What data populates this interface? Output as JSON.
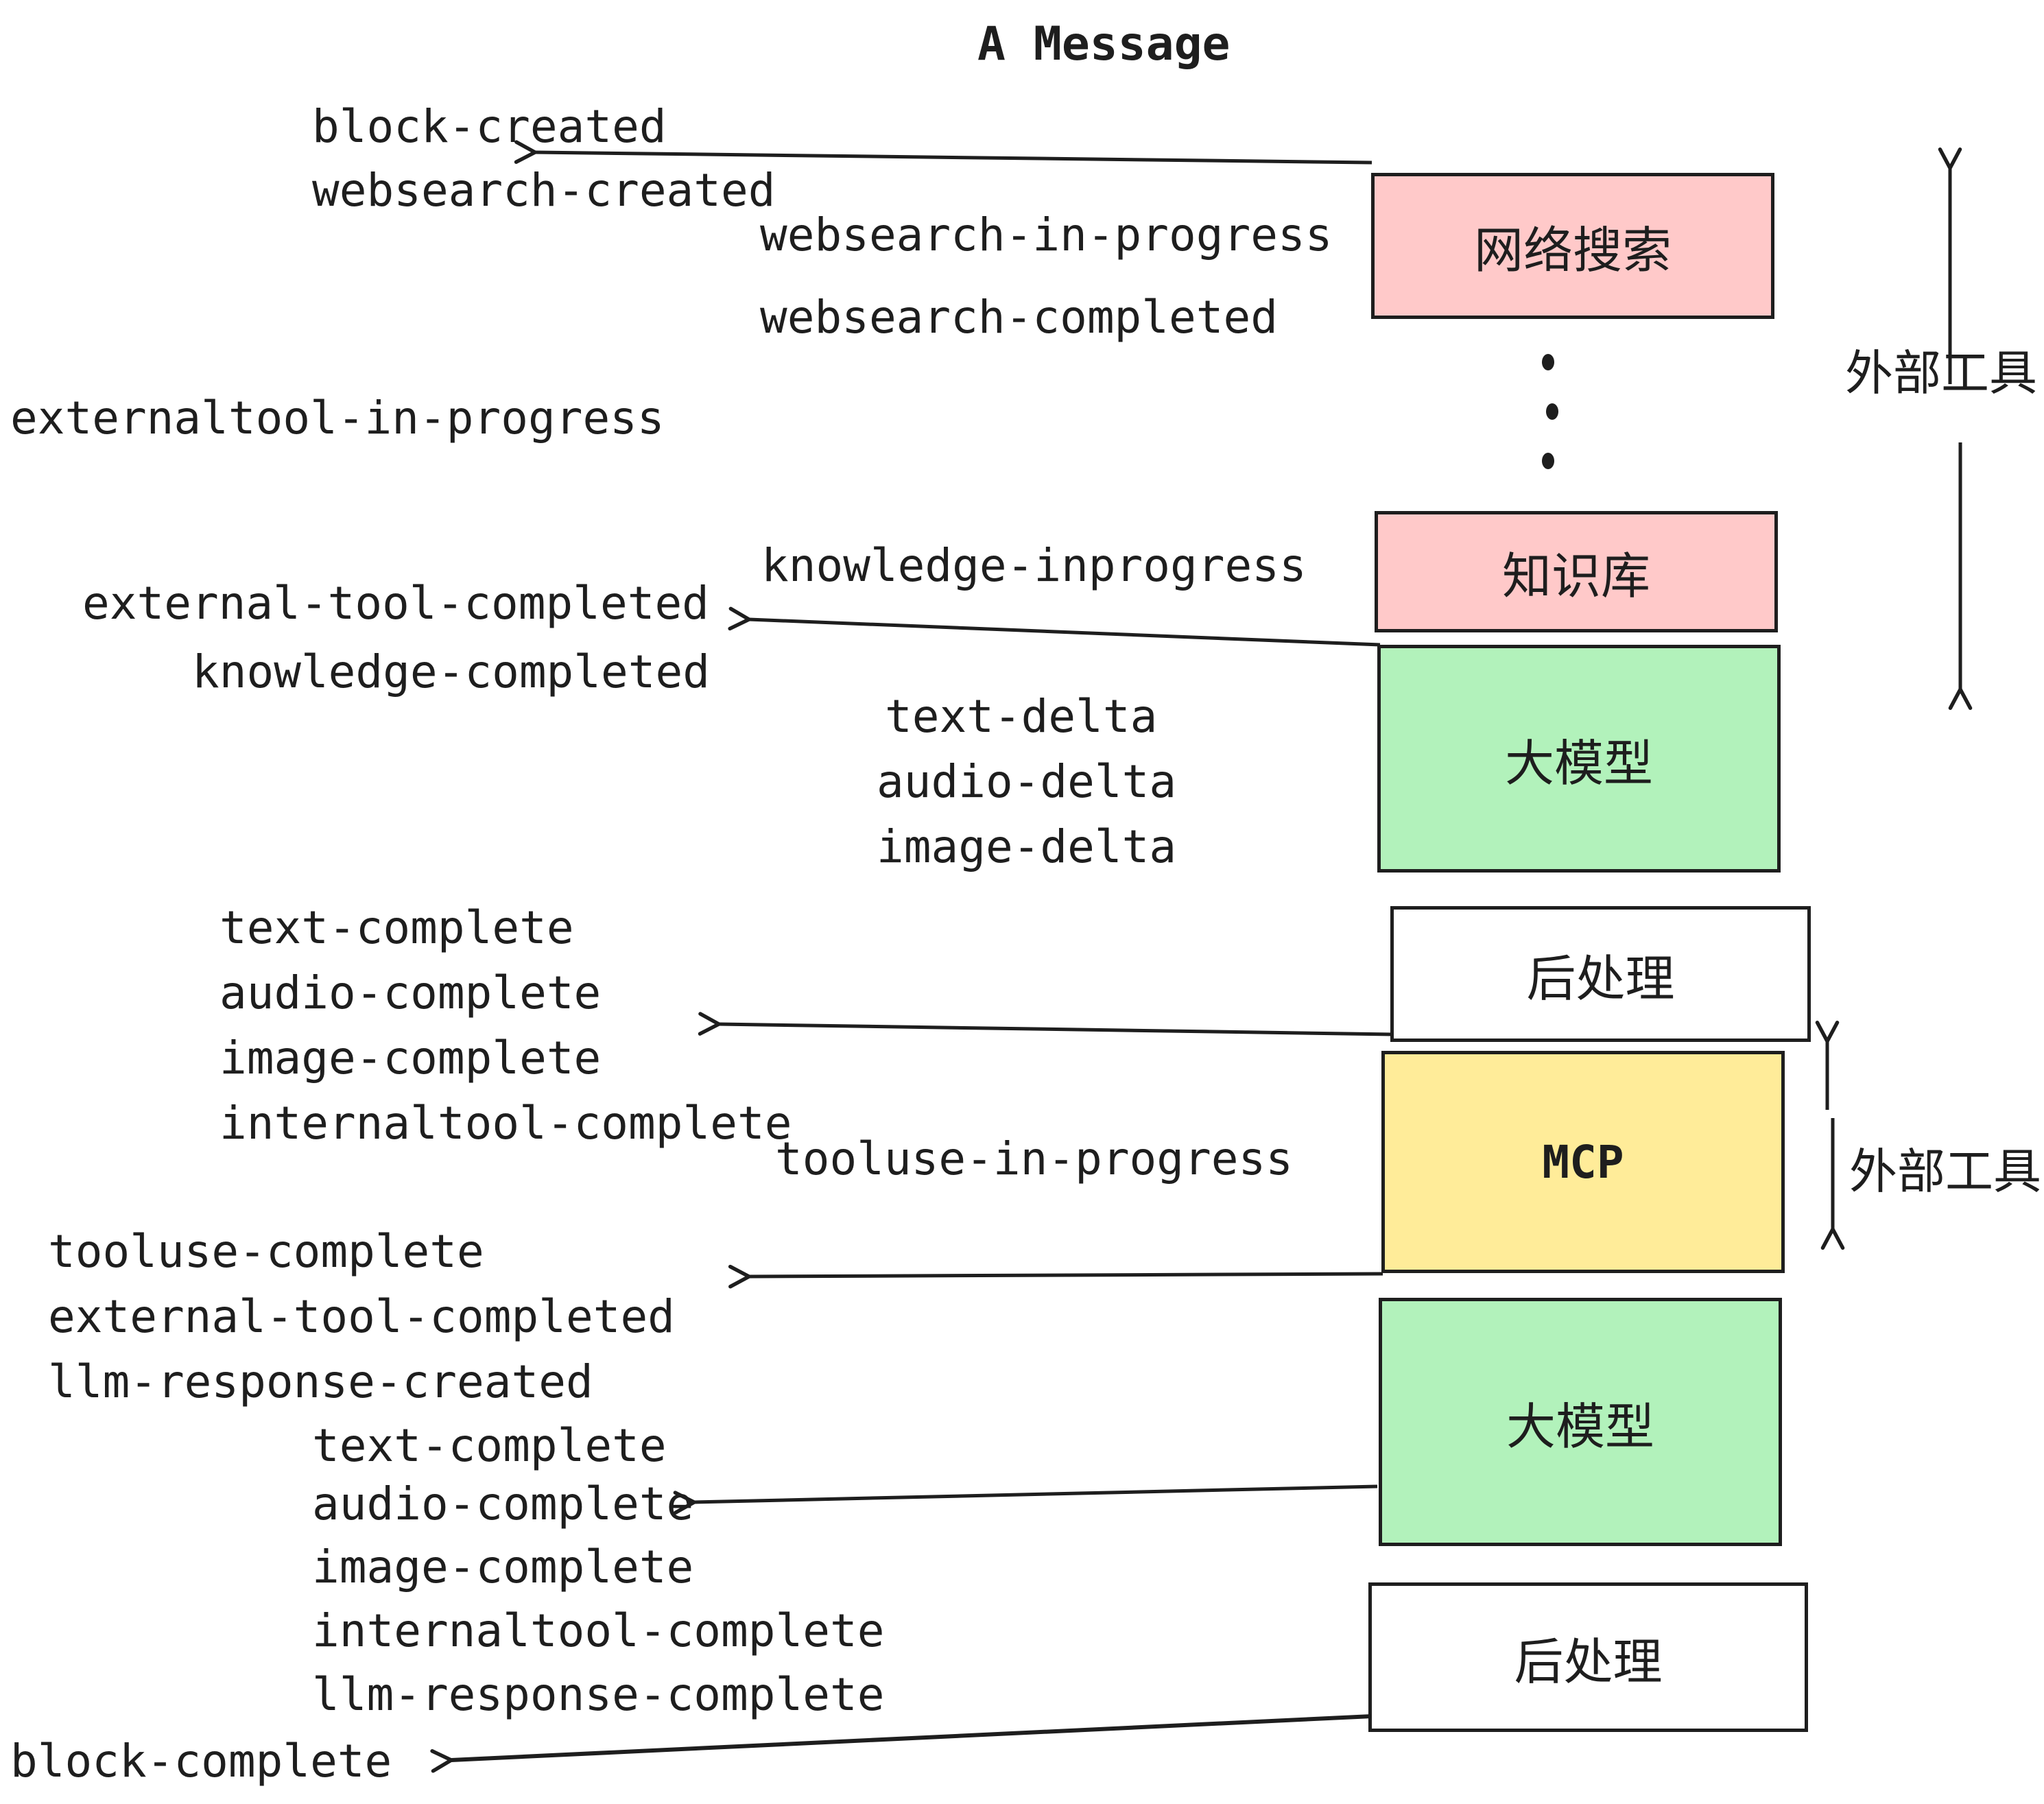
{
  "title": "A Message",
  "labels": {
    "block_created": "block-created",
    "websearch_created": "websearch-created",
    "websearch_in_progress": "websearch-in-progress",
    "websearch_completed": "websearch-completed",
    "externaltool_in_progress": "externaltool-in-progress",
    "knowledge_inprogress": "knowledge-inprogress",
    "external_tool_completed_1": "external-tool-completed",
    "knowledge_completed": "knowledge-completed",
    "text_delta_1": "text-delta",
    "audio_delta_1": "audio-delta",
    "image_delta_1": "image-delta",
    "text_complete_1": "text-complete",
    "audio_complete_1": "audio-complete",
    "image_complete_1": "image-complete",
    "internaltool_complete_1": "internaltool-complete",
    "tooluse_in_progress": "tooluse-in-progress",
    "tooluse_complete": "tooluse-complete",
    "external_tool_completed_2": "external-tool-completed",
    "llm_response_created": "llm-response-created",
    "text_complete_2": "text-complete",
    "audio_complete_2": "audio-complete",
    "image_complete_2": "image-complete",
    "internaltool_complete_2": "internaltool-complete",
    "llm_response_complete": "llm-response-complete",
    "block_complete": "block-complete"
  },
  "boxes": {
    "websearch": "网络搜索",
    "knowledge": "知识库",
    "llm_1": "大模型",
    "postprocess_1": "后处理",
    "mcp": "MCP",
    "llm_2": "大模型",
    "postprocess_2": "后处理"
  },
  "annotations": {
    "external_tools_1": "外部工具",
    "external_tools_2": "外部工具"
  },
  "colors": {
    "websearch_fill": "#ffc9c9",
    "knowledge_fill": "#ffc9c9",
    "llm_fill": "#b2f2bb",
    "mcp_fill": "#ffec99",
    "postprocess_fill": "#ffffff",
    "stroke": "#1e1e1e"
  }
}
